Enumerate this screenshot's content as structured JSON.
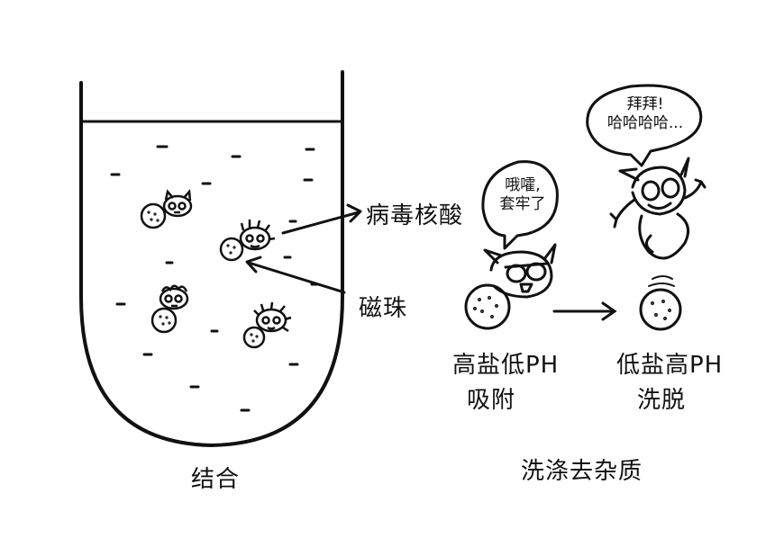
{
  "labels": {
    "virus_nucleic_acid": "病毒核酸",
    "magnetic_bead": "磁珠",
    "high_salt_low_ph": "高盐低PH",
    "adsorb": "吸附",
    "low_salt_high_ph": "低盐高PH",
    "elute": "洗脱",
    "bind": "结合",
    "wash_impurities": "洗涤去杂质"
  },
  "bubbles": {
    "left_line1": "哦嚯,",
    "left_line2": "套牢了",
    "right_line1": "拜拜!",
    "right_line2": "哈哈哈哈..."
  },
  "colors": {
    "ink": "#111111",
    "paper": "#ffffff"
  }
}
